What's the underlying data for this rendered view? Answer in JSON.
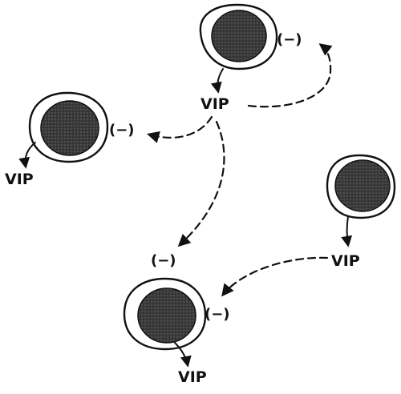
{
  "diagram": {
    "cells": [
      {
        "id": "cell-top",
        "secretes": "VIP",
        "receives": "(−)"
      },
      {
        "id": "cell-left",
        "secretes": "VIP",
        "receives": "(−)"
      },
      {
        "id": "cell-right",
        "secretes": "VIP"
      },
      {
        "id": "cell-bottom",
        "secretes": "VIP",
        "receives": "(−)"
      }
    ],
    "labels": {
      "vip_top": "VIP",
      "vip_left": "VIP",
      "vip_right": "VIP",
      "vip_bottom": "VIP",
      "inhibit_top": "(−)",
      "inhibit_left": "(−)",
      "inhibit_mid": "(−)",
      "inhibit_bottom": "(−)"
    },
    "colors": {
      "ink": "#111111",
      "nucleus": "#3a3a3a",
      "background": "#ffffff"
    }
  }
}
